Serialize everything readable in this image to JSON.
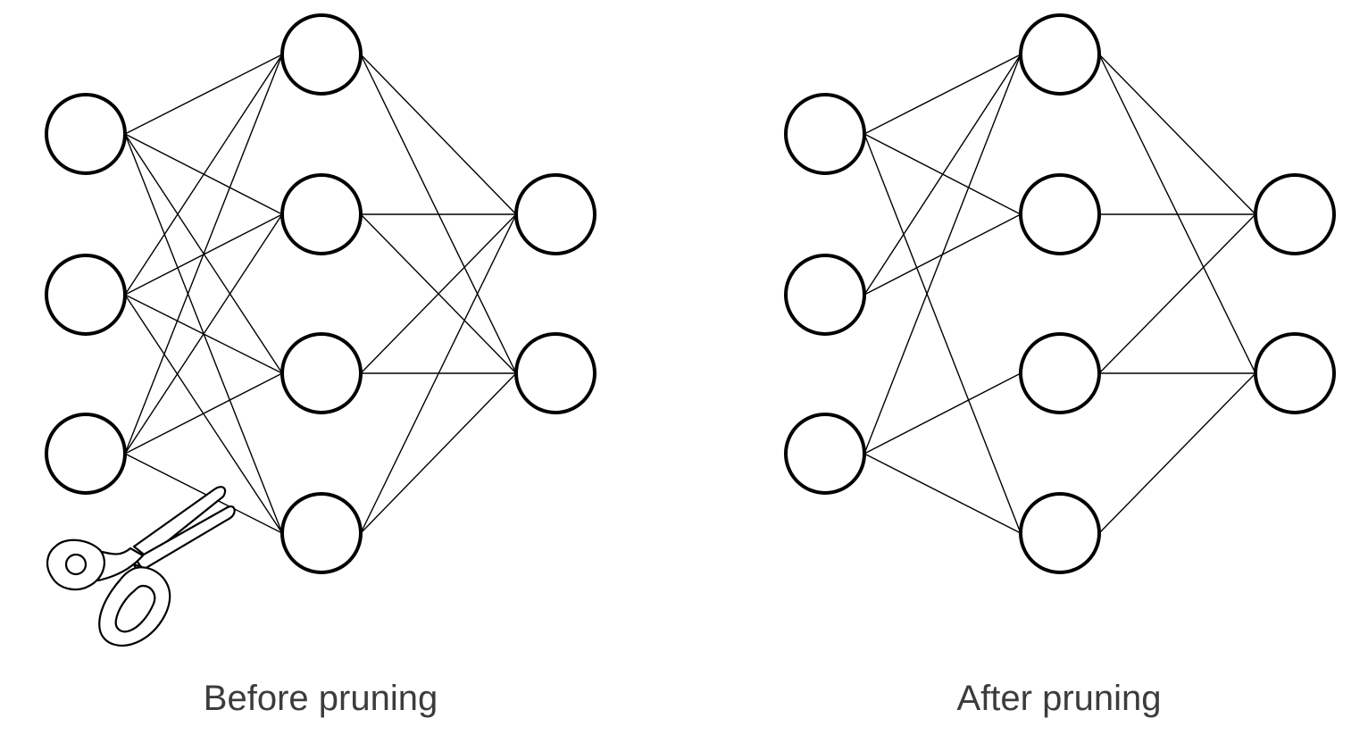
{
  "before": {
    "caption": "Before pruning",
    "layers": [
      3,
      4,
      2
    ],
    "connections_in_hidden": [
      [
        0,
        0
      ],
      [
        0,
        1
      ],
      [
        0,
        2
      ],
      [
        0,
        3
      ],
      [
        1,
        0
      ],
      [
        1,
        1
      ],
      [
        1,
        2
      ],
      [
        1,
        3
      ],
      [
        2,
        0
      ],
      [
        2,
        1
      ],
      [
        2,
        2
      ],
      [
        2,
        3
      ]
    ],
    "connections_hidden_out": [
      [
        0,
        0
      ],
      [
        0,
        1
      ],
      [
        1,
        0
      ],
      [
        1,
        1
      ],
      [
        2,
        0
      ],
      [
        2,
        1
      ],
      [
        3,
        0
      ],
      [
        3,
        1
      ]
    ]
  },
  "after": {
    "caption": "After pruning",
    "layers": [
      3,
      4,
      2
    ],
    "connections_in_hidden": [
      [
        0,
        0
      ],
      [
        0,
        1
      ],
      [
        0,
        3
      ],
      [
        1,
        0
      ],
      [
        1,
        1
      ],
      [
        2,
        0
      ],
      [
        2,
        2
      ],
      [
        2,
        3
      ]
    ],
    "connections_hidden_out": [
      [
        0,
        0
      ],
      [
        0,
        1
      ],
      [
        1,
        0
      ],
      [
        2,
        0
      ],
      [
        2,
        1
      ],
      [
        3,
        1
      ]
    ]
  },
  "icons": {
    "scissors": "scissors-icon"
  },
  "colors": {
    "stroke": "#000000",
    "caption": "#3c3c3c",
    "background": "#ffffff"
  }
}
